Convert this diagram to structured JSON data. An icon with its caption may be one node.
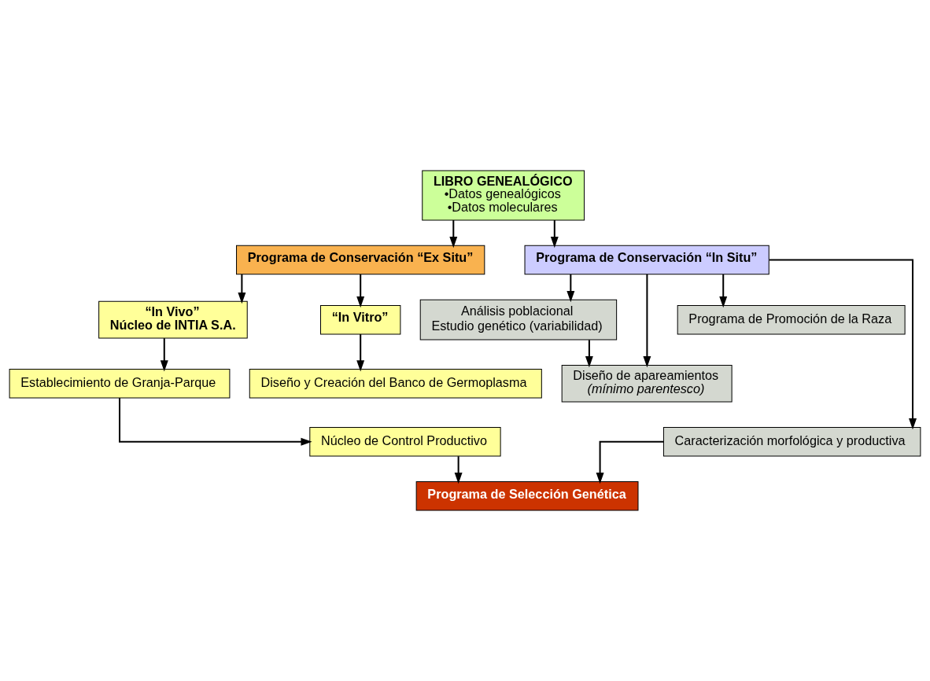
{
  "diagram": {
    "nodes": [
      {
        "text": [
          "LIBRO GENEALÓGICO",
          "•Datos genealógicos",
          "•Datos moleculares"
        ]
      },
      {
        "text": [
          "Programa de Conservación “Ex Situ”"
        ]
      },
      {
        "text": [
          "Programa de Conservación “In Situ”"
        ]
      },
      {
        "text": [
          "“In Vivo”",
          "Núcleo de INTIA S.A."
        ]
      },
      {
        "text": [
          "“In Vitro”"
        ]
      },
      {
        "text": [
          "Diseño y Creación del Banco de Germoplasma"
        ]
      },
      {
        "text": [
          "Establecimiento de Granja-Parque"
        ]
      },
      {
        "text": [
          "Núcleo de Control Productivo"
        ]
      },
      {
        "text": [
          "Programa de Selección Genética"
        ]
      },
      {
        "text": [
          "Análisis poblacional",
          "Estudio genético (variabilidad)"
        ]
      },
      {
        "text": [
          "Diseño de apareamientos",
          "(mínimo parentesco)"
        ]
      },
      {
        "text": [
          "Programa de Promoción de la Raza"
        ]
      },
      {
        "text": [
          "Caracterización morfológica y productiva"
        ]
      }
    ],
    "edges": [
      {
        "from": 0,
        "to": 1,
        "arrow": "to"
      },
      {
        "from": 0,
        "to": 2,
        "arrow": "to"
      },
      {
        "from": 1,
        "to": 3,
        "arrow": "to"
      },
      {
        "from": 1,
        "to": 4,
        "arrow": "to"
      },
      {
        "from": 4,
        "to": 5,
        "arrow": "to"
      },
      {
        "from": 3,
        "to": 6,
        "arrow": "to"
      },
      {
        "from": 6,
        "to": 7,
        "arrow": "to"
      },
      {
        "from": 7,
        "to": 8,
        "arrow": "to"
      },
      {
        "from": 12,
        "to": 8,
        "arrow": "to"
      },
      {
        "from": 2,
        "to": 9,
        "arrow": "to"
      },
      {
        "from": 9,
        "to": 10,
        "arrow": "to"
      },
      {
        "from": 2,
        "to": 10,
        "arrow": "to"
      },
      {
        "from": 2,
        "to": 11,
        "arrow": "to"
      },
      {
        "from": 2,
        "to": 12,
        "arrow": "to"
      }
    ]
  }
}
